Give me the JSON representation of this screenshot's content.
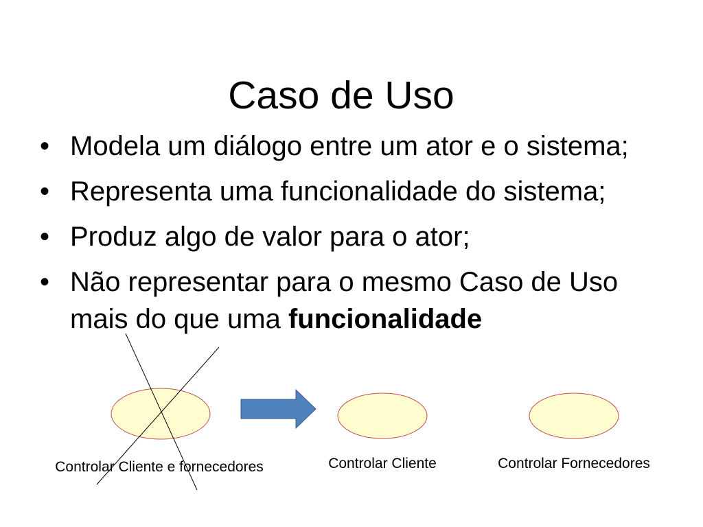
{
  "title": "Caso de Uso",
  "bullet_symbol": "•",
  "bullets": [
    "Modela um diálogo entre um ator e o sistema;",
    "Representa uma funcionalidade do sistema;",
    "Produz algo de valor para o ator;"
  ],
  "bullet4": {
    "line1": "Não representar para o mesmo Caso de Uso",
    "line2_prefix": "mais do que uma ",
    "line2_bold": "funcionalidade"
  },
  "diagram": {
    "use_cases": [
      "Controlar Cliente e fornecedores",
      "Controlar Cliente",
      "Controlar Fornecedores"
    ],
    "colors": {
      "ellipse_fill": "#fffcd0",
      "ellipse_stroke": "#c0504d",
      "arrow_fill": "#4f81bd",
      "arrow_stroke": "#385d8a",
      "cross_lines": "#000000"
    }
  }
}
